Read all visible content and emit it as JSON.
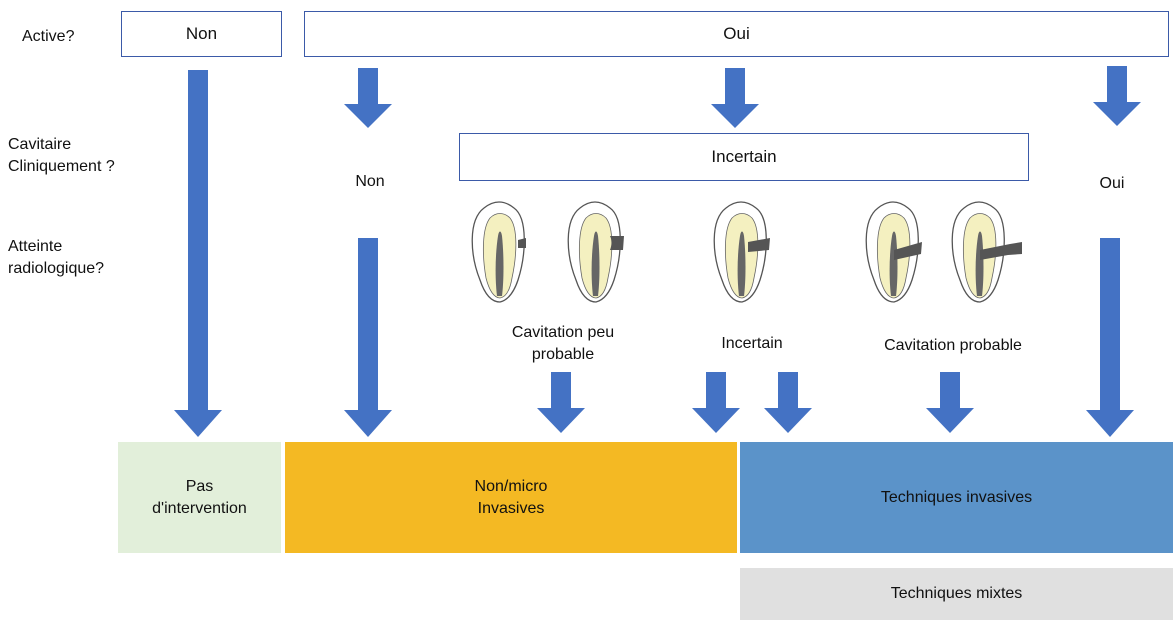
{
  "rows": {
    "active": "Active?",
    "cavitaire": "Cavitaire\nCliniquement ?",
    "atteinte": "Atteinte\nradiologique?"
  },
  "top": {
    "non": "Non",
    "oui": "Oui"
  },
  "middle": {
    "non": "Non",
    "incertain": "Incertain",
    "oui": "Oui"
  },
  "radio": {
    "peu_probable": "Cavitation peu\nprobable",
    "incertain": "Incertain",
    "probable": "Cavitation probable"
  },
  "outcomes": {
    "pas": "Pas\nd'intervention",
    "non_micro": "Non/micro\nInvasives",
    "invasives": "Techniques invasives",
    "mixtes": "Techniques mixtes"
  },
  "colors": {
    "arrow": "#4472c4",
    "pas": "#e2efda",
    "non_micro": "#f4b923",
    "invasives": "#5b93c9",
    "mixtes": "#e0e0e0",
    "box_border": "#3b5aa8"
  }
}
